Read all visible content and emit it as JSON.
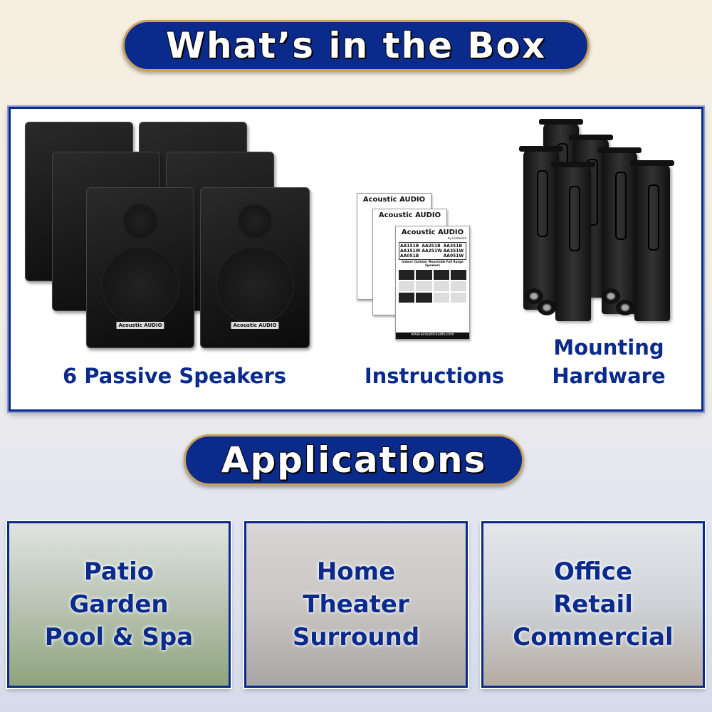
{
  "header": {
    "title": "What’s in the Box"
  },
  "box": {
    "speakers": {
      "caption": "6 Passive Speakers",
      "logo": "Acoustic AUDIO"
    },
    "instructions": {
      "caption": "Instructions",
      "brand": "Acoustic AUDIO",
      "byline": "by Goldwood",
      "models": [
        "AA151B",
        "AA251B",
        "AA351B",
        "AA151W",
        "AA251W",
        "AA351W",
        "AA051B",
        "",
        "AA051W"
      ],
      "subtitle": "Indoor/ Outdoor Mountable Full Range Speakers",
      "url": "www.acousticaudio.com"
    },
    "hardware": {
      "caption_line1": "Mounting",
      "caption_line2": "Hardware"
    }
  },
  "applications": {
    "title": "Applications",
    "panels": [
      {
        "lines": [
          "Patio",
          "Garden",
          "Pool & Spa"
        ]
      },
      {
        "lines": [
          "Home",
          "Theater",
          "Surround"
        ]
      },
      {
        "lines": [
          "Office",
          "Retail",
          "Commercial"
        ]
      }
    ]
  },
  "colors": {
    "brand_blue": "#0a2a8c",
    "gold_border": "#c9a25a"
  }
}
